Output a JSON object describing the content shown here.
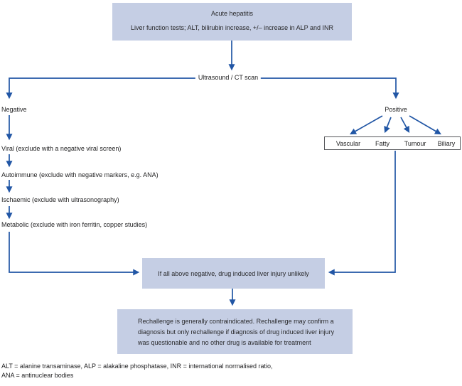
{
  "colors": {
    "box_fill": "#c5cee4",
    "line_blue": "#2156a5",
    "category_border": "#55565a",
    "text": "#29292b"
  },
  "top_box": {
    "title": "Acute hepatitis",
    "subtitle": "Liver function tests; ALT, bilirubin increase, +/– increase in ALP and INR"
  },
  "scan_label": "Ultrasound / CT scan",
  "negative_branch": {
    "label": "Negative",
    "steps": [
      "Viral (exclude with a negative viral screen)",
      "Autoimmune (exclude with negative markers, e.g. ANA)",
      "Ischaemic (exclude with ultrasonography)",
      "Metabolic (exclude with iron ferritin, copper studies)"
    ]
  },
  "positive_branch": {
    "label": "Positive",
    "categories": [
      "Vascular",
      "Fatty",
      "Tumour",
      "Biliary"
    ]
  },
  "unlikely_box": {
    "text": "If all above negative, drug induced liver injury unlikely"
  },
  "rechallenge_box": {
    "lines": [
      "Rechallenge is generally contraindicated. Rechallenge may confirm a",
      "diagnosis but only rechallenge if diagnosis of drug induced liver injury",
      "was questionable and no other drug is available for treatment"
    ]
  },
  "footnote": {
    "lines": [
      "ALT = alanine transaminase, ALP = alakaline phosphatase, INR = international normalised ratio,",
      "ANA = antinuclear bodies"
    ]
  }
}
